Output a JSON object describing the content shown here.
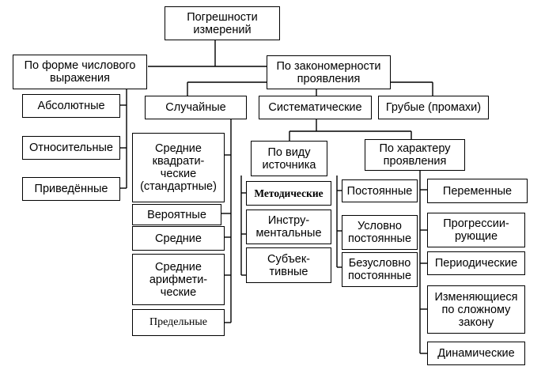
{
  "root": "Погрешности\nизмерений",
  "form": {
    "title": "По форме числового\nвыражения",
    "items": [
      "Абсолютные",
      "Относительные",
      "Приведённые"
    ]
  },
  "pattern": {
    "title": "По закономерности\nпроявления",
    "random": {
      "title": "Случайные",
      "items": [
        "Средние\nквадрати-\nческие\n(стандартные)",
        "Вероятные",
        "Средние",
        "Средние\nарифмети-\nческие",
        "Предельные"
      ]
    },
    "systematic": {
      "title": "Систематические",
      "by_source": {
        "title": "По виду\nисточника",
        "items": [
          "Методические",
          "Инстру-\nментальные",
          "Субъек-\nтивные"
        ]
      },
      "by_character": {
        "title": "По характеру\nпроявления",
        "constant": {
          "title": "Постоянные",
          "items": [
            "Условно\nпостоянные",
            "Безусловно\nпостоянные"
          ]
        },
        "variable": {
          "title": "Переменные",
          "items": [
            "Прогрессии-\nрующие",
            "Периодические",
            "Изменяющиеся\nпо сложному\nзакону",
            "Динамические"
          ]
        }
      }
    },
    "gross": "Грубые (промахи)"
  }
}
